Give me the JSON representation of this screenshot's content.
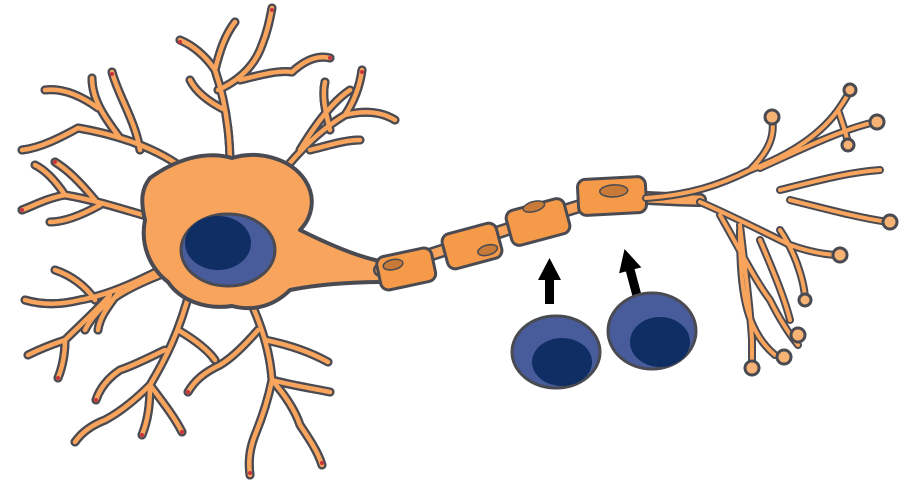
{
  "diagram": {
    "subject": "neuron-with-myelin-sheath",
    "colors": {
      "cell_fill": "#F8A45C",
      "outline": "#4A4A52",
      "dendrite_tip_accent": "#C8333C",
      "nucleus_outer": "#485C9C",
      "nucleus_inner": "#0F2E63",
      "myelin_segment": "#F49A48",
      "myelin_nucleus": "#C87A38",
      "terminal_bulb": "#F6B374",
      "arrow": "#000000",
      "background": "#FFFFFF"
    },
    "myelin_segment_count": 4,
    "axon_terminal_count": 10,
    "free_cell_count": 2,
    "arrow_count": 2
  }
}
